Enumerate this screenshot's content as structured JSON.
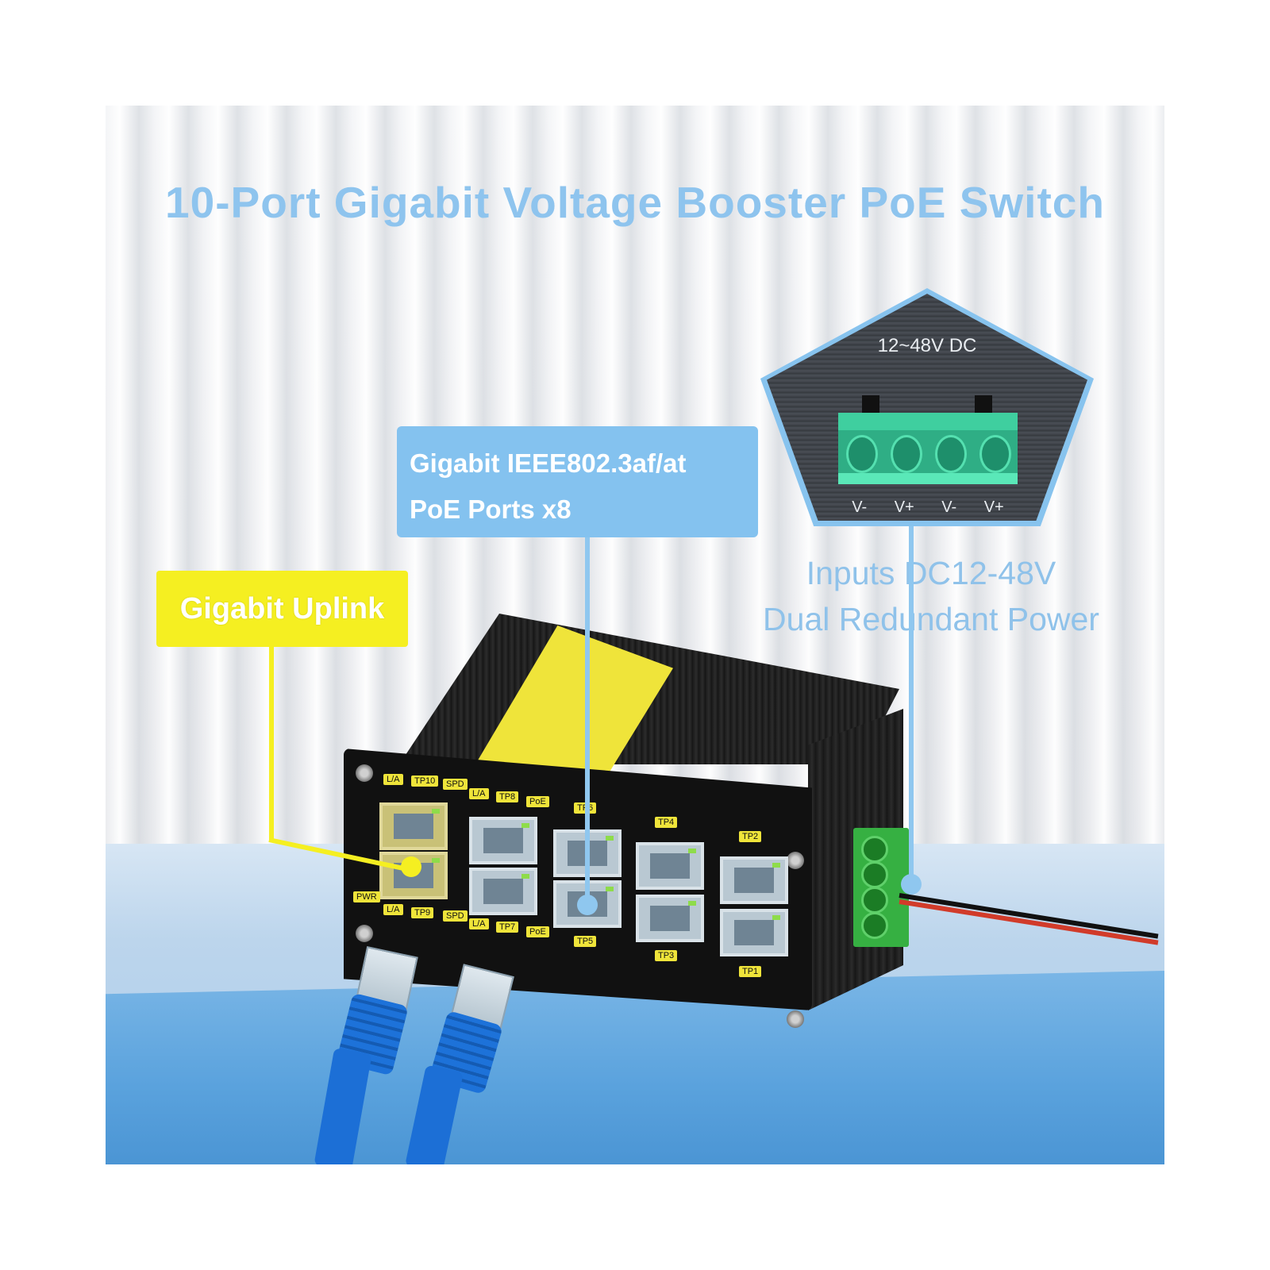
{
  "headline": "10-Port Gigabit Voltage Booster PoE Switch",
  "callouts": {
    "poe_ports_line1": "Gigabit IEEE802.3af/at",
    "poe_ports_line2": "PoE Ports x8",
    "uplink": "Gigabit Uplink",
    "power_line1": "Inputs DC12-48V",
    "power_line2": "Dual Redundant Power"
  },
  "power_inset": {
    "voltage_label": "12~48V DC",
    "pins": [
      "V-",
      "V+",
      "V-",
      "V+"
    ]
  },
  "switch_labels": {
    "tp10": "TP10",
    "tp9": "TP9",
    "tp8": "TP8",
    "tp7": "TP7",
    "tp6": "TP6",
    "tp5": "TP5",
    "tp4": "TP4",
    "tp3": "TP3",
    "tp2": "TP2",
    "tp1": "TP1",
    "la": "L/A",
    "spd": "SPD",
    "poe": "PoE",
    "pwr": "PWR"
  },
  "colors": {
    "accent_blue": "#84c2ef",
    "accent_yellow": "#f5ef21",
    "terminal_green": "#2fae85"
  }
}
